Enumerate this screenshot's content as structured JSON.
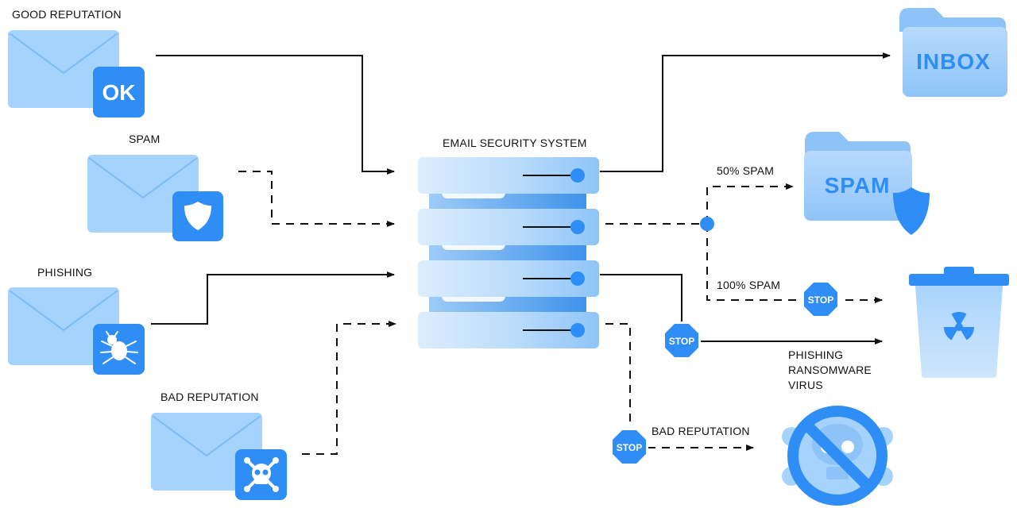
{
  "server": {
    "title": "EMAIL SECURITY SYSTEM"
  },
  "sources": [
    {
      "label": "GOOD REPUTATION",
      "badge_icon": "ok-badge-icon",
      "badge_text": "OK"
    },
    {
      "label": "SPAM",
      "badge_icon": "shield-icon"
    },
    {
      "label": "PHISHING",
      "badge_icon": "bug-icon"
    },
    {
      "label": "BAD REPUTATION",
      "badge_icon": "skull-crossbones-icon"
    }
  ],
  "destinations": {
    "inbox": {
      "label": "INBOX",
      "icon": "folder-icon"
    },
    "spam": {
      "label": "SPAM",
      "icon": "folder-icon",
      "badge_icon": "shield-icon"
    },
    "trash": {
      "icon": "radioactive-trash-bin-icon"
    },
    "blocked": {
      "icon": "skull-forbidden-icon"
    }
  },
  "routes": {
    "spam_50": "50% SPAM",
    "spam_100": "100% SPAM",
    "threats": [
      "PHISHING",
      "RANSOMWARE",
      "VIRUS"
    ],
    "bad_reputation": "BAD REPUTATION"
  },
  "stop_signs": [
    "STOP",
    "STOP",
    "STOP"
  ],
  "colors": {
    "envelope": "#a6d3fb",
    "badge": "#2e8ef5",
    "server_light": "#cde6fc",
    "server_dark": "#5aa9f2",
    "accent": "#2e8ef5",
    "line": "#111111"
  }
}
